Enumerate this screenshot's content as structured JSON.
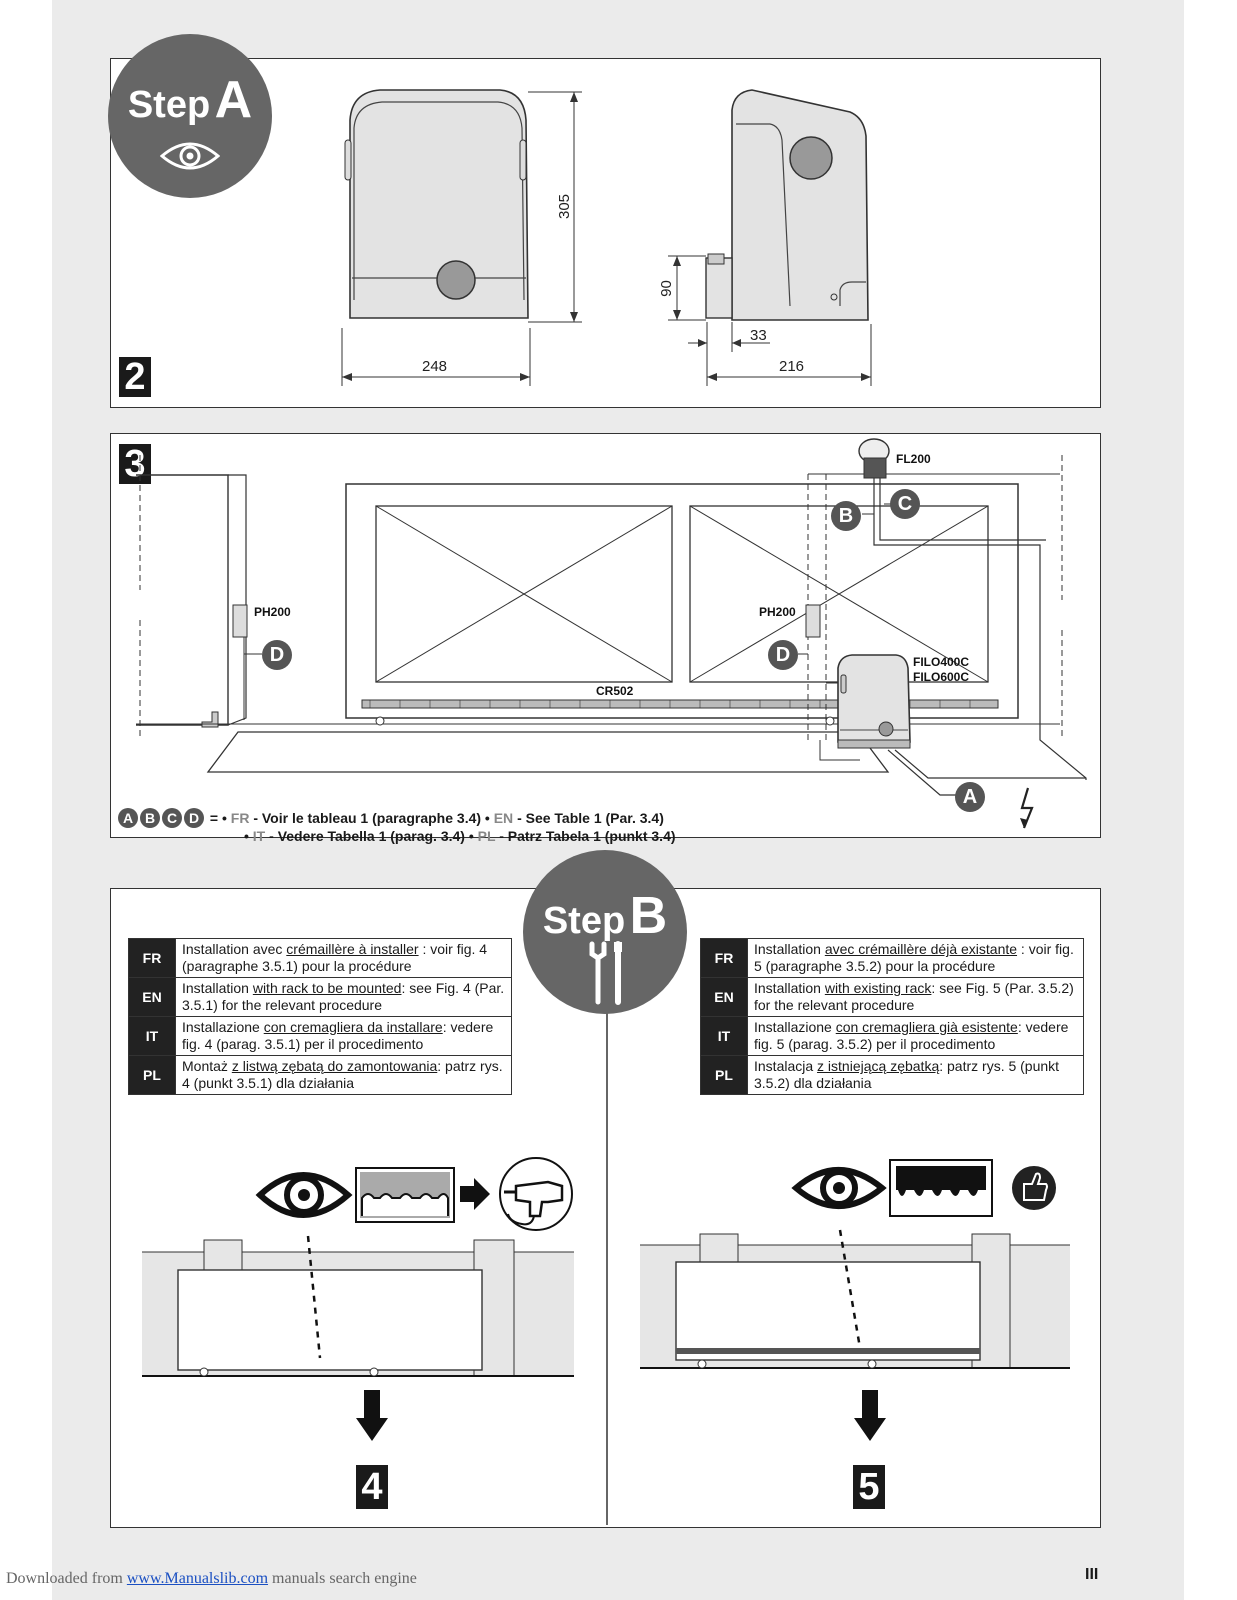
{
  "step_a": {
    "word": "Step",
    "letter": "A",
    "icon": "eye-icon"
  },
  "step_b": {
    "word": "Step",
    "letter": "B",
    "icon": "tools-icon"
  },
  "fig2": {
    "number": "2",
    "dims": {
      "height": "305",
      "width": "248",
      "side_height": "90",
      "side_offset": "33",
      "depth": "216"
    }
  },
  "fig3": {
    "number": "3",
    "labels": {
      "fl200": "FL200",
      "ph200_left": "PH200",
      "ph200_right": "PH200",
      "filo400c": "FILO400C",
      "filo600c": "FILO600C",
      "cr502": "CR502"
    },
    "markers": {
      "a": "A",
      "b": "B",
      "c": "C",
      "d": "D"
    },
    "legend": {
      "marks": [
        "A",
        "B",
        "C",
        "D"
      ],
      "eq": "=",
      "line1_fr_code": "FR",
      "line1_fr_text": "- Voir le tableau 1 (paragraphe 3.4) •",
      "line1_en_code": "EN",
      "line1_en_text": "- See Table 1 (Par. 3.4)",
      "line2_it_code": "IT",
      "line2_it_text": "- Vedere Tabella 1 (parag. 3.4) •",
      "line2_pl_code": "PL",
      "line2_pl_text": "- Patrz Tabela 1 (punkt 3.4)"
    }
  },
  "step_b_tables": {
    "left": [
      {
        "code": "FR",
        "pre": "Installation avec ",
        "u": "crémaillère à installer",
        "post": " : voir fig. 4 (paragraphe 3.5.1) pour la procédure"
      },
      {
        "code": "EN",
        "pre": "Installation ",
        "u": "with rack to be mounted",
        "post": ": see Fig. 4 (Par. 3.5.1) for the relevant procedure"
      },
      {
        "code": "IT",
        "pre": "Installazione ",
        "u": "con cremagliera da installare",
        "post": ": vedere fig. 4 (parag. 3.5.1) per il procedimento"
      },
      {
        "code": "PL",
        "pre": "Montaż ",
        "u": "z listwą zębatą do zamontowania",
        "post": ": patrz rys. 4 (punkt 3.5.1) dla działania"
      }
    ],
    "right": [
      {
        "code": "FR",
        "pre": "Installation ",
        "u": "avec crémaillère déjà existante",
        "post": " : voir fig. 5 (paragraphe 3.5.2) pour la procédure"
      },
      {
        "code": "EN",
        "pre": "Installation ",
        "u": "with existing rack",
        "post": ": see Fig. 5 (Par. 3.5.2) for the relevant procedure"
      },
      {
        "code": "IT",
        "pre": "Installazione ",
        "u": "con cremagliera già esistente",
        "post": ": vedere fig. 5 (parag. 3.5.2) per il procedimento"
      },
      {
        "code": "PL",
        "pre": "Instalacja ",
        "u": "z istniejącą zębatką",
        "post": ": patrz rys. 5 (punkt 3.5.2) dla działania"
      }
    ]
  },
  "fig4": {
    "number": "4"
  },
  "fig5": {
    "number": "5"
  },
  "footer": {
    "prefix": "Downloaded from ",
    "link": "www.Manualslib.com",
    "suffix": " manuals search engine"
  },
  "page_number": "III"
}
